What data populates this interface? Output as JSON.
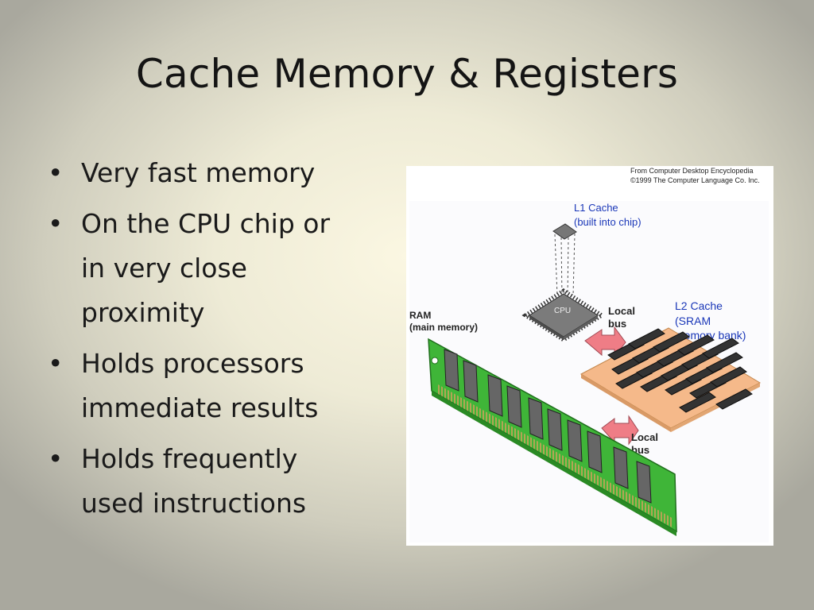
{
  "slide": {
    "title": "Cache Memory & Registers"
  },
  "bullets": [
    {
      "line1": "Very fast memory",
      "line2": "",
      "line3": ""
    },
    {
      "line1": "On the CPU chip or",
      "line2": "in very close",
      "line3": "proximity"
    },
    {
      "line1": "Holds processors",
      "line2": "immediate results",
      "line3": ""
    },
    {
      "line1": "Holds frequently",
      "line2": "used instructions",
      "line3": ""
    }
  ],
  "figure": {
    "credit_line1": "From Computer Desktop Encyclopedia",
    "credit_line2": "©1999 The Computer Language Co. Inc.",
    "l1_label_line1": "L1 Cache",
    "l1_label_line2": "(built into chip)",
    "cpu_label": "CPU",
    "local_bus_1_line1": "Local",
    "local_bus_1_line2": "bus",
    "local_bus_2_line1": "Local",
    "local_bus_2_line2": "bus",
    "l2_label_line1": "L2 Cache",
    "l2_label_line2": "(SRAM",
    "l2_label_line3": "memory bank)",
    "ram_label_line1": "RAM",
    "ram_label_line2": "(main memory)",
    "colors": {
      "board_green": "#3fb538",
      "chip_gray": "#6c6c6c",
      "sram_board": "#f5b98a",
      "bus_arrow": "#ef7d86",
      "label_blue": "#1a37b8"
    }
  }
}
